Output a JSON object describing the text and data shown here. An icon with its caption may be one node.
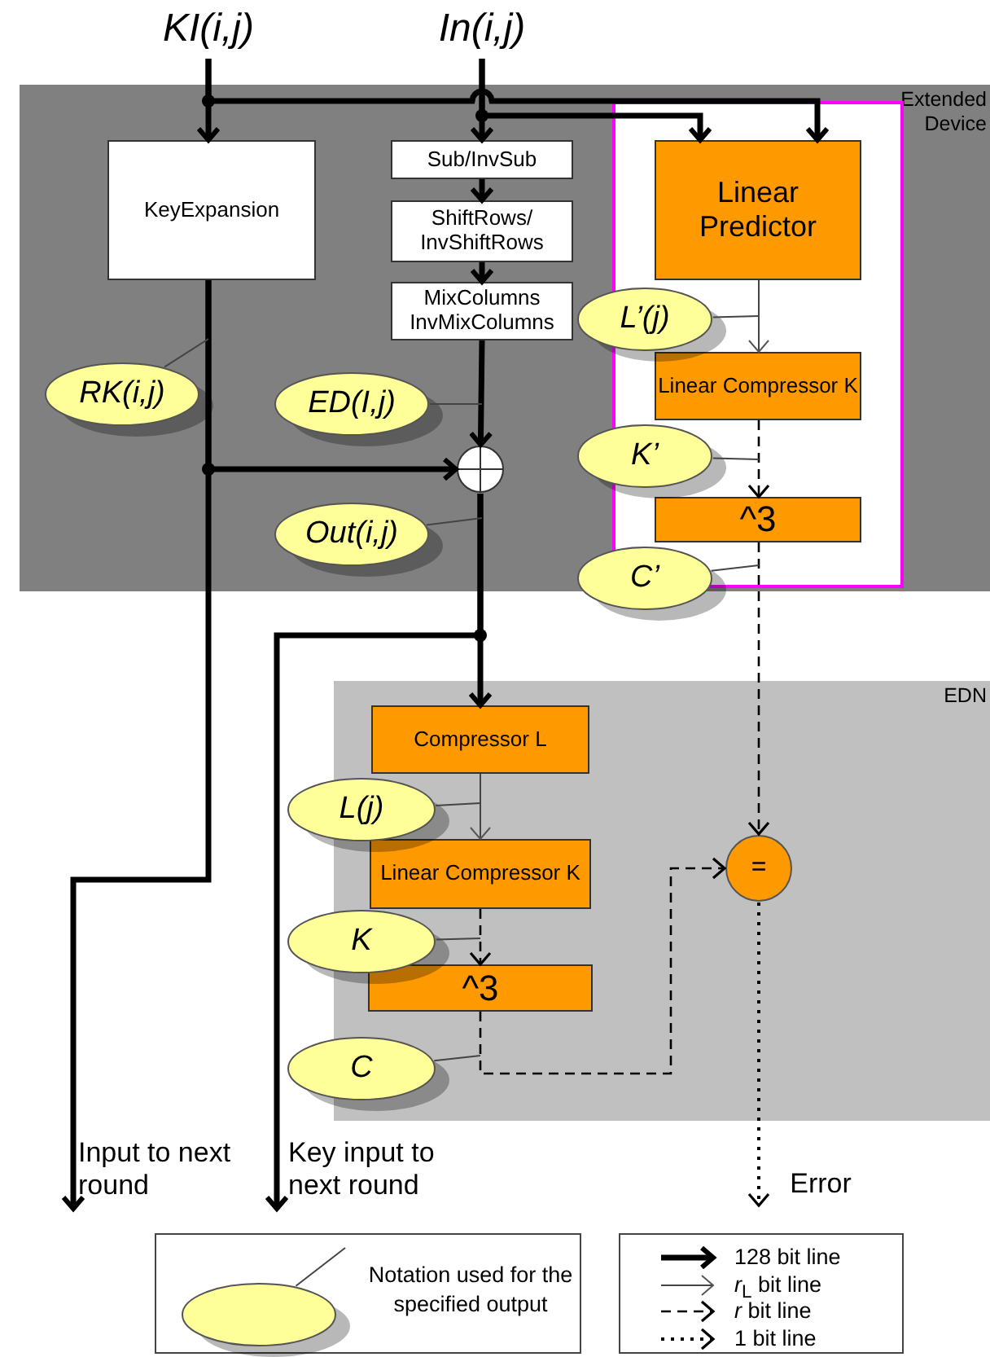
{
  "diagram": {
    "nodes": [
      {
        "text": [
          "Extended Device"
        ]
      },
      {
        "text": [
          "KI(i,j)"
        ]
      },
      {
        "text": [
          "In(i,j)"
        ]
      },
      {
        "text": [
          "KeyExpansion"
        ],
        "in": 0
      },
      {
        "text": [
          "Sub/InvSub"
        ],
        "in": 0
      },
      {
        "text": [
          "ShiftRows/ InvShiftRows"
        ],
        "in": 0
      },
      {
        "text": [
          "MixColumns InvMixColumns"
        ],
        "in": 0
      },
      {
        "text": [],
        "shape": "box",
        "in": 0
      },
      {
        "text": [
          "Linear Predictor"
        ],
        "in": 7
      },
      {
        "text": [
          "Linear Compressor K"
        ],
        "in": 7
      },
      {
        "text": [
          "^3"
        ],
        "in": 7
      },
      {
        "text": [],
        "shape": "circle",
        "in": 0
      },
      {
        "text": [
          "RK(i,j)"
        ],
        "in": 0
      },
      {
        "text": [
          "ED(I,j)"
        ],
        "in": 0
      },
      {
        "text": [
          "Out(i,j)"
        ],
        "in": 0
      },
      {
        "text": [
          "L’(j)"
        ],
        "in": 0
      },
      {
        "text": [
          "K’"
        ],
        "in": 0
      },
      {
        "text": [
          "C’"
        ]
      },
      {
        "text": [
          "EDN"
        ]
      },
      {
        "text": [
          "Compressor L"
        ],
        "in": 18
      },
      {
        "text": [
          "Linear Compressor K"
        ],
        "in": 18
      },
      {
        "text": [
          "^3"
        ],
        "in": 18
      },
      {
        "text": [
          "="
        ],
        "in": 18
      },
      {
        "text": [
          "L(j)"
        ]
      },
      {
        "text": [
          "K"
        ]
      },
      {
        "text": [
          "C"
        ]
      },
      {
        "text": [
          "Input to next round"
        ]
      },
      {
        "text": [
          "Key input to next round"
        ]
      },
      {
        "text": [
          "Error"
        ]
      },
      {
        "text": [
          "Notation used for the specified output"
        ]
      },
      {
        "text": [],
        "shape": "ellipse",
        "in": 29
      }
    ],
    "edges": [
      {
        "from": 1,
        "to": 3,
        "arrow": "to",
        "style": "thick"
      },
      {
        "from": 1,
        "to": 8,
        "arrow": "to",
        "style": "thick"
      },
      {
        "from": 2,
        "to": 4,
        "arrow": "to",
        "style": "thick"
      },
      {
        "from": 2,
        "to": 8,
        "arrow": "to",
        "style": "thick"
      },
      {
        "from": 4,
        "to": 5,
        "arrow": "to",
        "style": "thick"
      },
      {
        "from": 5,
        "to": 6,
        "arrow": "to",
        "style": "thick"
      },
      {
        "from": 6,
        "to": 11,
        "arrow": "to",
        "style": "thick"
      },
      {
        "from": 3,
        "to": 11,
        "arrow": "to",
        "style": "thick"
      },
      {
        "from": 3,
        "to": 26,
        "arrow": "to",
        "style": "thick"
      },
      {
        "from": 11,
        "to": 27,
        "arrow": "to",
        "style": "thick"
      },
      {
        "from": 11,
        "to": 19,
        "arrow": "to",
        "style": "thick"
      },
      {
        "from": 8,
        "to": 9,
        "arrow": "to"
      },
      {
        "from": 9,
        "to": 10,
        "arrow": "to",
        "style": "dashed"
      },
      {
        "from": 10,
        "to": 22,
        "arrow": "to",
        "style": "dashed"
      },
      {
        "from": 19,
        "to": 20,
        "arrow": "to"
      },
      {
        "from": 20,
        "to": 21,
        "arrow": "to",
        "style": "dashed"
      },
      {
        "from": 21,
        "to": 22,
        "arrow": "to",
        "style": "dashed"
      },
      {
        "from": 22,
        "to": 28,
        "arrow": "to",
        "style": "dashed"
      },
      {
        "from": 12,
        "to": null,
        "arrow": "none"
      },
      {
        "from": 13,
        "to": null,
        "arrow": "none"
      },
      {
        "from": 14,
        "to": null,
        "arrow": "none"
      },
      {
        "from": 15,
        "to": null,
        "arrow": "none"
      },
      {
        "from": 16,
        "to": null,
        "arrow": "none"
      },
      {
        "from": 17,
        "to": null,
        "arrow": "none"
      },
      {
        "from": 23,
        "to": null,
        "arrow": "none"
      },
      {
        "from": 24,
        "to": null,
        "arrow": "none"
      },
      {
        "from": 25,
        "to": null,
        "arrow": "none"
      },
      {
        "from": 30,
        "to": null,
        "arrow": "none"
      }
    ],
    "legend": [
      {
        "text": "128 bit line"
      },
      {
        "text": "*r*$_{L}$ bit line"
      },
      {
        "text": "*r* bit line"
      },
      {
        "text": "1 bit line"
      }
    ]
  }
}
